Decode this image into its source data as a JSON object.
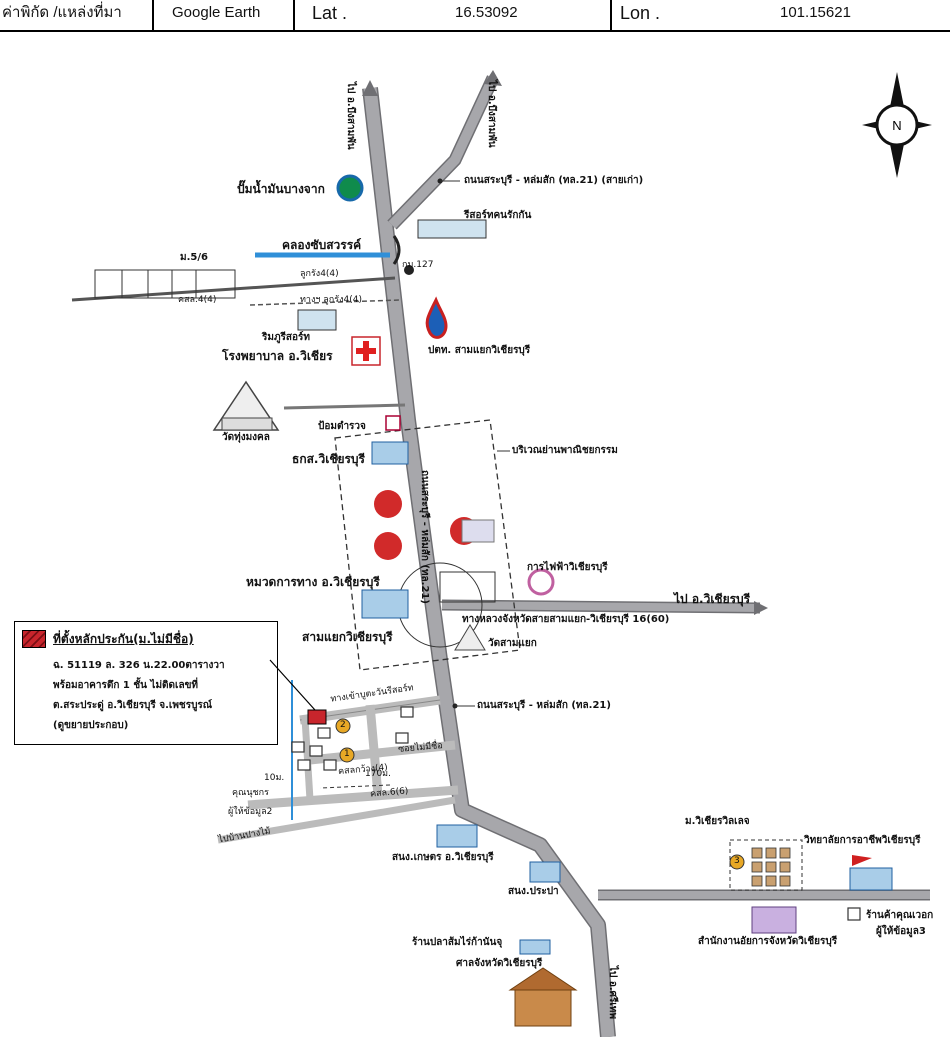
{
  "header": {
    "source_label": "ค่าพิกัด /แหล่งที่มา",
    "source_value": "Google Earth",
    "lat_label": "Lat .",
    "lat_value": "16.53092",
    "lon_label": "Lon .",
    "lon_value": "101.15621"
  },
  "compass": {
    "letter": "N"
  },
  "labels": {
    "to_bueng_sam_phan_left": "ไป อ.บึงสามพัน",
    "to_bueng_sam_phan_right": "ไป อ.บึงสามพัน",
    "road_old": "ถนนสระบุรี - หล่มสัก (ทล.21) (สายเก่า)",
    "gas_bangchak": "ปั๊มน้ำมันบางจาก",
    "resort": "รีสอร์ทคนรักกัน",
    "khlong": "คลองซับสวรรค์",
    "km127": "กม.127",
    "moo56": "ม.5/6",
    "lukrang4": "ลูกรัง4(4)",
    "lukrang4b": "ทางฯ ลูกรัง4(4)",
    "road_4": "คสล.4(4)",
    "rimphu": "ริมภูรีสอร์ท",
    "hospital": "โรงพยาบาล อ.วิเชียร",
    "ptt": "ปตท. สามแยกวิเชียรบุรี",
    "temple_hill": "วัดทุ่งมงคล",
    "police_box": "ป้อมตำรวจ",
    "bank": "ธกส.วิเชียรบุรี",
    "commerce": "บริเวณย่านพาณิชยกรรม",
    "road_main_vertical": "ถนนสระบุรี - หล่มสัก (ทล.21)",
    "electric": "การไฟฟ้าวิเชียรบุรี",
    "highway_dept": "หมวดการทาง อ.วิเชียรบุรี",
    "to_wichian": "ไป อ.วิเชียรบุรี",
    "rural_road": "ทางหลวงจังหวัดสายสามแยก-วิเชียรบุรี 16(60)",
    "junction": "สามแยกวิเชียรบุรี",
    "temple_junction": "วัดสามแยก",
    "road_bottom": "ถนนสระบุรี - หล่มสัก (ทล.21)",
    "resort_road": "ทางเข้าบูตะวันรีสอร์ท",
    "soi_nameless": "ซอยไม่มีชื่อ",
    "km_soi": "คสลกว้าง(4)",
    "dist_170": "170ม.",
    "dist_10": "10ม.",
    "road_6": "คสล.6(6)",
    "khun_ink": "คุณนุชกร",
    "informant2": "ผู้ให้ข้อมูล2",
    "to_ban_pang": "ไปบ้านปางไม้",
    "agri_office": "สนง.เกษตร อ.วิเชียรบุรี",
    "water_office": "สนง.ประปา",
    "village": "ม.วิเชียรวิลเลจ",
    "college": "วิทยาลัยการอาชีพวิเชียรบุรี",
    "shop_kunwok": "ร้านค้าคุณเวอก",
    "informant3": "ผู้ให้ข้อมูล3",
    "prosecutor": "สำนักงานอัยการจังหวัดวิเชียรบุรี",
    "fish_shop": "ร้านปลาส้มไร่ก้านันจุ",
    "court": "ศาลจังหวัดวิเชียรบุรี",
    "to_srithep": "ไป อ.ศรีเทพ"
  },
  "markers": [
    "1",
    "2",
    "3"
  ],
  "legend": {
    "title": "ที่ตั้งหลักประกัน(ม.ไม่มีชื่อ)",
    "line1": "ฉ. 51119 ล. 326 น.22.00ตารางวา",
    "line2": "พร้อมอาคารตึก 1 ชั้น ไม่ติดเลขที่",
    "line3": "ต.สระประดู่ อ.วิเชียรบุรี จ.เพชรบูรณ์",
    "line4": "(ดูขยายประกอบ)"
  },
  "colors": {
    "road": "#a7a7ab",
    "road_edge": "#6f6f73",
    "canal": "#2f8fd8",
    "collateral": "#c8252c",
    "marker": "#e8a825"
  }
}
